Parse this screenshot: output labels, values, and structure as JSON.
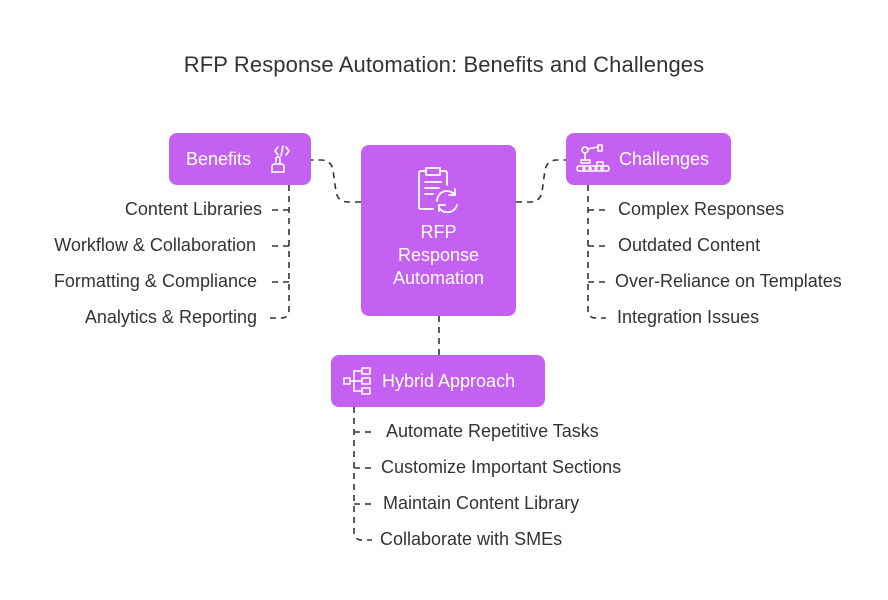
{
  "title": "RFP Response Automation: Benefits and Challenges",
  "colors": {
    "node": "#c561f2",
    "text": "#333333",
    "line": "#333333"
  },
  "center": {
    "lines": [
      "RFP",
      "Response",
      "Automation"
    ],
    "icon": "clipboard-refresh-icon"
  },
  "benefits": {
    "label": "Benefits",
    "icon": "code-touch-icon",
    "items": [
      "Content Libraries",
      "Workflow & Collaboration",
      "Formatting & Compliance",
      "Analytics & Reporting"
    ]
  },
  "challenges": {
    "label": "Challenges",
    "icon": "robot-arm-conveyor-icon",
    "items": [
      "Complex Responses",
      "Outdated Content",
      "Over-Reliance on Templates",
      "Integration Issues"
    ]
  },
  "hybrid": {
    "label": "Hybrid Approach",
    "icon": "flow-diagram-icon",
    "items": [
      "Automate Repetitive Tasks",
      "Customize Important Sections",
      "Maintain Content Library",
      "Collaborate with SMEs"
    ]
  }
}
